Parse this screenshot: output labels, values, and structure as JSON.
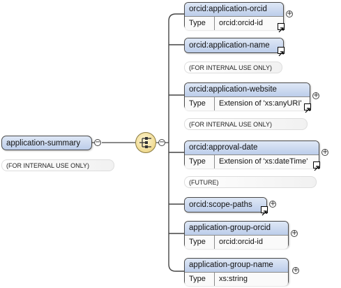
{
  "root": {
    "name": "application-summary",
    "annotation": "(FOR INTERNAL USE ONLY)"
  },
  "compositor": {
    "kind": "sequence",
    "icon": "sequence-compositor-icon"
  },
  "children": [
    {
      "name": "orcid:application-orcid",
      "type_label": "Type",
      "type_value": "orcid:orcid-id",
      "annotation": "",
      "expand": "+",
      "link": true
    },
    {
      "name": "orcid:application-name",
      "type_label": "",
      "type_value": "",
      "annotation": "(FOR INTERNAL USE ONLY)",
      "expand": "",
      "link": true
    },
    {
      "name": "orcid:application-website",
      "type_label": "Type",
      "type_value": "Extension of 'xs:anyURI'",
      "annotation": "(FOR INTERNAL USE ONLY)",
      "expand": "+",
      "link": true
    },
    {
      "name": "orcid:approval-date",
      "type_label": "Type",
      "type_value": "Extension of 'xs:dateTime'",
      "annotation": "(FUTURE)",
      "expand": "+",
      "link": true
    },
    {
      "name": "orcid:scope-paths",
      "type_label": "",
      "type_value": "",
      "annotation": "",
      "expand": "+",
      "link": true
    },
    {
      "name": "application-group-orcid",
      "type_label": "Type",
      "type_value": "orcid:orcid-id",
      "annotation": "",
      "expand": "+",
      "link": false
    },
    {
      "name": "application-group-name",
      "type_label": "Type",
      "type_value": "xs:string",
      "annotation": "",
      "expand": "+",
      "link": false
    }
  ]
}
